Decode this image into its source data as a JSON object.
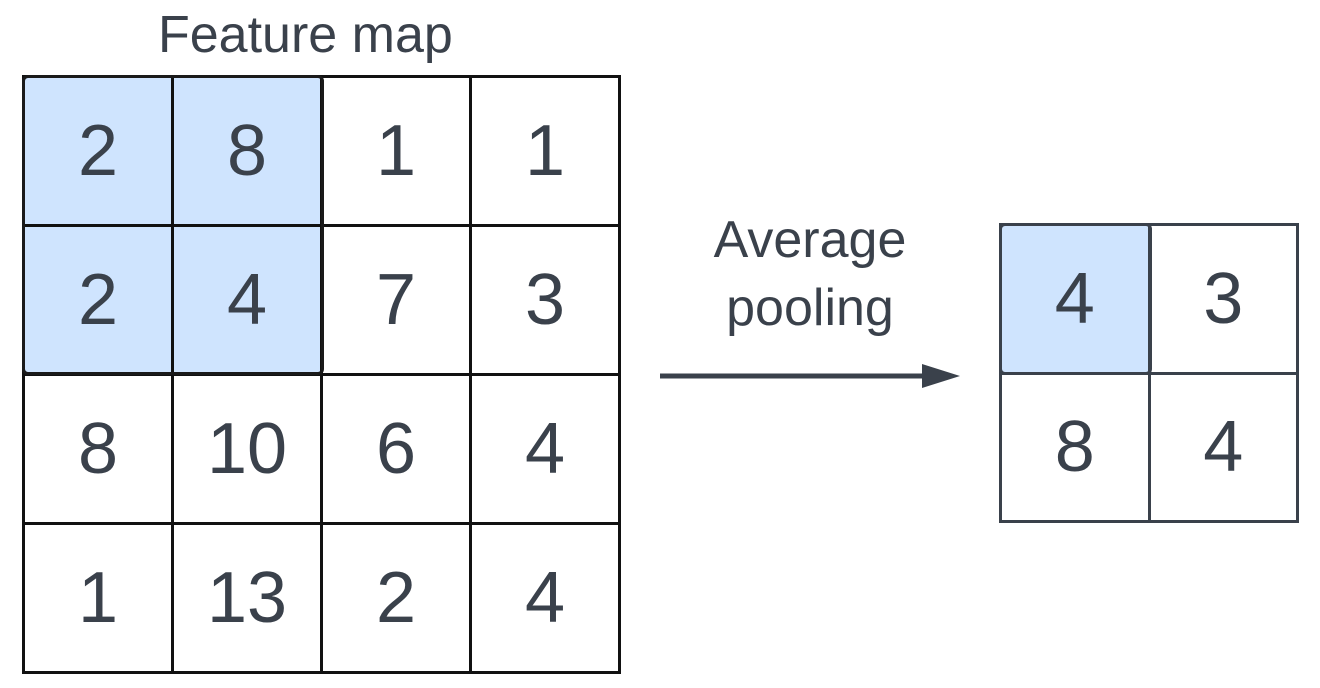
{
  "feature_map": {
    "title": "Feature map",
    "rows": [
      [
        "2",
        "8",
        "1",
        "1"
      ],
      [
        "2",
        "4",
        "7",
        "3"
      ],
      [
        "8",
        "10",
        "6",
        "4"
      ],
      [
        "1",
        "13",
        "2",
        "4"
      ]
    ]
  },
  "operation": {
    "line1": "Average",
    "line2": "pooling"
  },
  "output": {
    "rows": [
      [
        "4",
        "3"
      ],
      [
        "8",
        "4"
      ]
    ]
  },
  "colors": {
    "highlight": "#cfe4fe",
    "text": "#3a414b",
    "grid": "#111111"
  }
}
